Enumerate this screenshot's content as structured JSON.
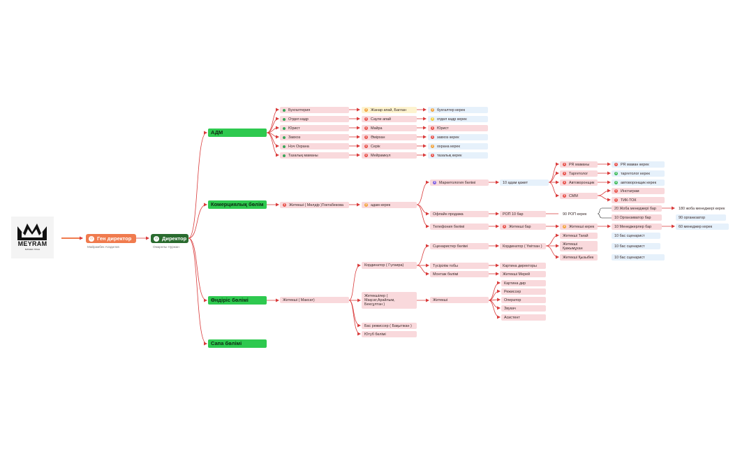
{
  "logo": {
    "text": "MEYRAM",
    "subtext": "БИЗНЕС ПЛАН"
  },
  "root": {
    "gen": {
      "label": "Ген директор",
      "sub": "Майрамбек Агадилов"
    },
    "dir": {
      "label": "Директор",
      "sub": "Омарелы Нуржан"
    }
  },
  "departments": {
    "adm": "АДМ",
    "com": "Комерциялық бөлім",
    "prod": "Өндіріс бөлімі",
    "qual": "Сапа бөлімі"
  },
  "adm_rows": [
    {
      "a": "Бухгалтерия",
      "b": "Жанар апай, Баглан",
      "c": "бухгалтер керек"
    },
    {
      "a": "Отдел кадр",
      "b": "Сауле апай",
      "c": "отдел кадр керек"
    },
    {
      "a": "Юрист",
      "b": "Майра",
      "c": "Юрист"
    },
    {
      "a": "Завхоз",
      "b": "Әмірхан",
      "c": "завхоз керек"
    },
    {
      "a": "Нэч Охрана",
      "b": "Серік",
      "c": "охрана керек"
    },
    {
      "a": "Тазалық маманы",
      "b": "Мейрамкүл",
      "c": "тазалық керек"
    }
  ],
  "com": {
    "lead": "Жетекші ( Мөлдір )Токтабекова",
    "need": "адам керек",
    "marketing": "Маркетология бөлімі",
    "m_people": "10 адам қажет",
    "pr": "PR маманы",
    "pr_need": "PR маман керек",
    "targ": "Таргетолог",
    "targ_need": "таргетолог керек",
    "avto": "Автоворонщик",
    "avto_need": "автоворонщик керек",
    "smm": "СММ",
    "insta": "Инстаграм",
    "tiktok": "ТИК-ТОК",
    "offline": "Офлайн продажа",
    "rop": "РОП 10 бар",
    "rop_need": "90 РОП керек",
    "pm": "20 Жоба менеджері бар",
    "pm_need": "180 жоба менеджері керек",
    "org": "10 Органзиватор бар",
    "org_need": "90 организатор",
    "phone": "Телефония бөлімі",
    "phone_lead": "Жетекші бар",
    "phone_lead_need": "Жетекші керек",
    "mgr": "10 Менеджерлер бар",
    "mgr_need": "60 менеджер керек"
  },
  "prod": {
    "lead": "Жетекші ( Максат)",
    "coord": "Кординатор ( Гүлзира)",
    "scen": "Сценаристер бөлімі",
    "scen_coord": "Кординатор ( Үмітхан )",
    "s1": "Жетекші Тағай",
    "s1_need": "10 бас сценарист",
    "s2": "Жетекші Қажымұхан",
    "s2_need": "10 бас сценарист",
    "s3": "Жетекші Қызыбек",
    "s3_need": "10 бас сценарист",
    "shoot": "Түсірілім тобы",
    "shoot_dir": "Картина директоры",
    "montage": "Монтаж бөлімі",
    "montage_lead": "Жетекші Мерей",
    "leads": "Жетекшілер ( Мақсат,Арайлым, Бексұлтан )",
    "lead2": "Жетекші",
    "crew": [
      "Картина дир",
      "Режиссер",
      "Оператор",
      "Звукач",
      "Асистент"
    ],
    "chief_dir": "Бас режиссер ( Бақытжан )",
    "youtube": "Ютуб бөлімі"
  },
  "badges": {
    "n1": "1",
    "n2": "2",
    "n3": "3"
  }
}
